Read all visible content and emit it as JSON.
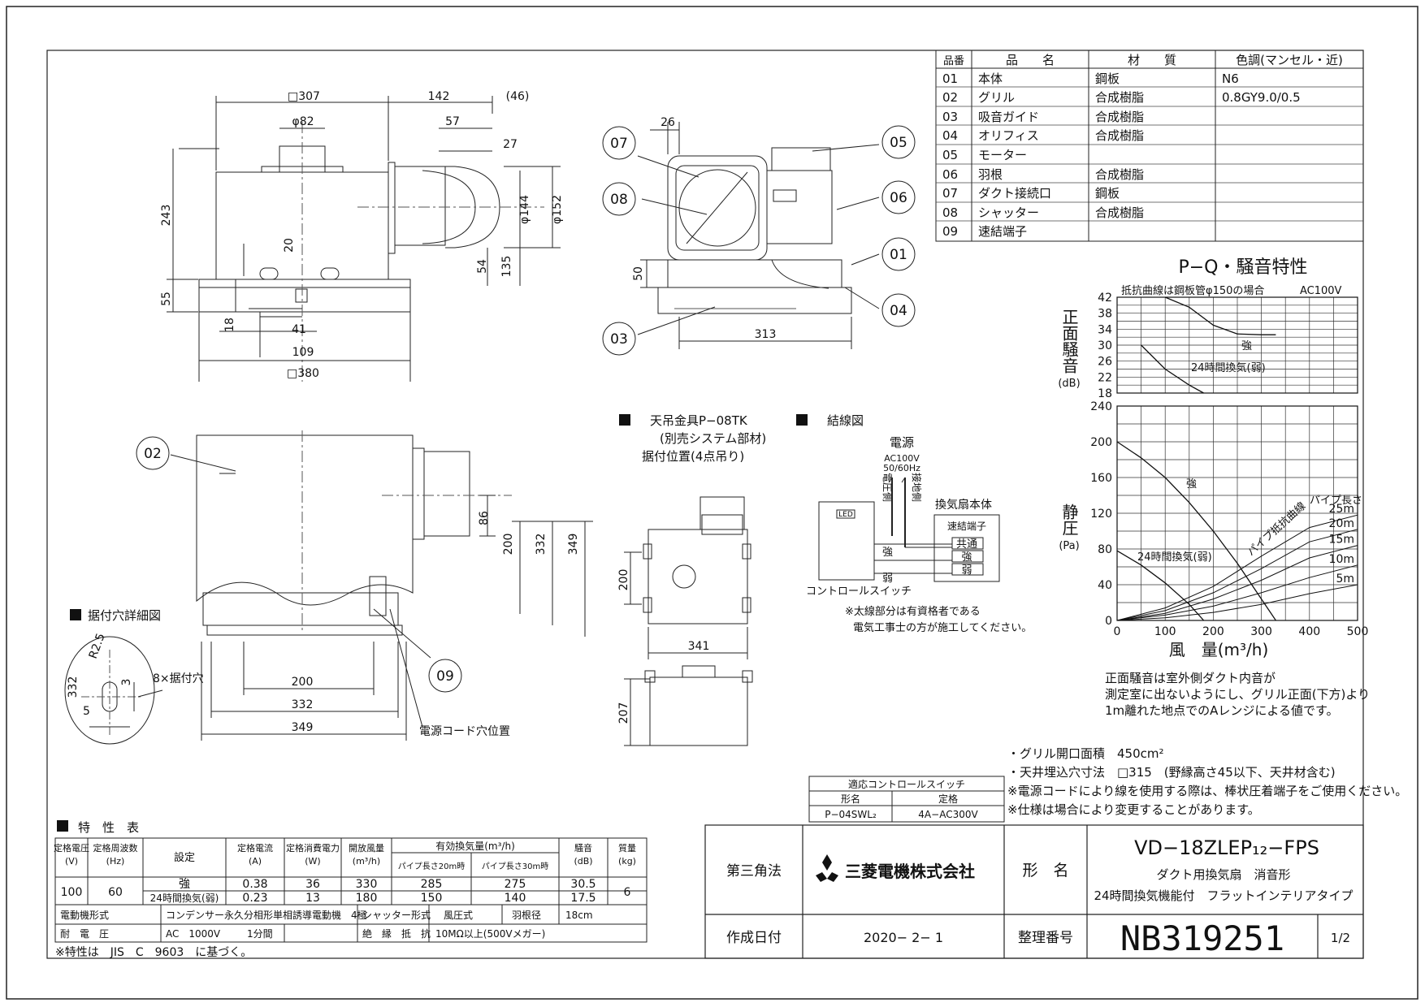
{
  "parts_table": {
    "headers": [
      "品番",
      "品　　名",
      "材　　質",
      "色調(マンセル・近)"
    ],
    "rows": [
      {
        "no": "01",
        "name": "本体",
        "material": "鋼板",
        "color": "N6"
      },
      {
        "no": "02",
        "name": "グリル",
        "material": "合成樹脂",
        "color": "0.8GY9.0/0.5"
      },
      {
        "no": "03",
        "name": "吸音ガイド",
        "material": "合成樹脂",
        "color": ""
      },
      {
        "no": "04",
        "name": "オリフィス",
        "material": "合成樹脂",
        "color": ""
      },
      {
        "no": "05",
        "name": "モーター",
        "material": "",
        "color": ""
      },
      {
        "no": "06",
        "name": "羽根",
        "material": "合成樹脂",
        "color": ""
      },
      {
        "no": "07",
        "name": "ダクト接続口",
        "material": "鋼板",
        "color": ""
      },
      {
        "no": "08",
        "name": "シャッター",
        "material": "合成樹脂",
        "color": ""
      },
      {
        "no": "09",
        "name": "速結端子",
        "material": "",
        "color": ""
      }
    ]
  },
  "side_view_dims": {
    "square_307": "□307",
    "d142": "142",
    "d46": "(46)",
    "phi82": "φ82",
    "d57": "57",
    "d27": "27",
    "d243": "243",
    "phi144": "φ144",
    "phi152": "φ152",
    "d20": "20",
    "d54": "54",
    "d135": "135",
    "d55": "55",
    "d18": "18",
    "d41": "41",
    "d109": "109",
    "square_380": "□380"
  },
  "top_view_dims": {
    "d26": "26",
    "d50": "50",
    "d313": "313"
  },
  "callouts": {
    "c01": "01",
    "c02": "02",
    "c03": "03",
    "c04": "04",
    "c05": "05",
    "c06": "06",
    "c07": "07",
    "c08": "08",
    "c09": "09"
  },
  "front_view_dims": {
    "d86": "86",
    "d200v": "200",
    "d332v": "332",
    "d349v": "349",
    "d200h": "200",
    "d332h": "332",
    "d349h": "349"
  },
  "mounting_detail": {
    "title": "据付穴詳細図",
    "r25": "R2.5",
    "d332": "332",
    "d3": "3",
    "d5": "5",
    "holes": "8×据付穴",
    "cord_hole": "電源コード穴位置"
  },
  "hanger": {
    "title": "天吊金具P−08TK",
    "sub1": "(別売システム部材)",
    "sub2": "据付位置(4点吊り)",
    "d200": "200",
    "d341": "341",
    "d207": "207"
  },
  "wiring": {
    "title": "結線図",
    "power": "電源",
    "voltage": "AC100V",
    "freq": "50/60Hz",
    "v_side": "電圧側",
    "ground_side": "接地側",
    "fan_body": "換気扇本体",
    "terminal": "速結端子",
    "common": "共通",
    "strong1": "強",
    "strong2": "強",
    "weak1": "弱",
    "weak2": "弱",
    "led": "LED",
    "switch": "コントロールスイッチ",
    "note1": "※太線部分は有資格者である",
    "note2": "電気工事士の方が施工してください。"
  },
  "pq_chart": {
    "title": "P−Q・騒音特性",
    "note": "抵抗曲線は鋼板管φ150の場合",
    "ac": "AC100V",
    "noise_label": "正面騒音",
    "noise_unit": "(dB)",
    "pressure_label": "静圧",
    "pressure_unit": "(Pa)",
    "flow_label": "風　量(m³/h)",
    "pipe_label": "パイプ長さ",
    "resistance_label": "パイプ抵抗曲線",
    "strong": "強",
    "mode24": "24時間換気(弱)",
    "strong_p": "強",
    "mode24_p": "24時間換気(弱)",
    "desc1": "正面騒音は室外側ダクト内音が",
    "desc2": "測定室に出ないようにし、グリル正面(下方)より",
    "desc3": "1m離れた地点でのAレンジによる値です。"
  },
  "chart_data": [
    {
      "type": "line",
      "title": "P−Q・騒音特性",
      "ylabel": "正面騒音(dB)",
      "xlim": [
        0,
        500
      ],
      "ylim": [
        18,
        42
      ],
      "y_ticks": [
        18,
        22,
        26,
        30,
        34,
        38,
        42
      ],
      "y_tick_labels": [
        "18",
        "22",
        "26",
        "30",
        "34",
        "38",
        "42"
      ],
      "series": [
        {
          "name": "強",
          "x": [
            100,
            150,
            200,
            250,
            300,
            330
          ],
          "y": [
            42,
            39.5,
            35,
            32.8,
            32.6,
            32.6
          ]
        },
        {
          "name": "24時間換気(弱)",
          "x": [
            50,
            100,
            150,
            180
          ],
          "y": [
            30,
            24,
            20,
            18
          ]
        }
      ]
    },
    {
      "type": "line",
      "xlabel": "風　量(m³/h)",
      "ylabel": "静圧(Pa)",
      "xlim": [
        0,
        500
      ],
      "ylim": [
        0,
        240
      ],
      "x_ticks": [
        0,
        100,
        200,
        300,
        400,
        500
      ],
      "x_tick_labels": [
        "0",
        "100",
        "200",
        "300",
        "400",
        "500"
      ],
      "y_ticks": [
        0,
        40,
        80,
        120,
        160,
        200,
        240
      ],
      "y_tick_labels": [
        "0",
        "40",
        "80",
        "120",
        "160",
        "200",
        "240"
      ],
      "series": [
        {
          "name": "強",
          "x": [
            0,
            50,
            100,
            150,
            200,
            250,
            300,
            330
          ],
          "y": [
            200,
            182,
            160,
            132,
            100,
            64,
            24,
            0
          ]
        },
        {
          "name": "24時間換気(弱)",
          "x": [
            0,
            50,
            100,
            150,
            180
          ],
          "y": [
            78,
            62,
            42,
            18,
            0
          ]
        },
        {
          "name": "25m",
          "x": [
            0,
            100,
            200,
            300,
            400,
            500
          ],
          "y": [
            0,
            14,
            38,
            72,
            104,
            118
          ]
        },
        {
          "name": "20m",
          "x": [
            0,
            100,
            200,
            300,
            400,
            500
          ],
          "y": [
            0,
            11,
            31,
            58,
            88,
            102
          ]
        },
        {
          "name": "15m",
          "x": [
            0,
            100,
            200,
            300,
            400,
            500
          ],
          "y": [
            0,
            8,
            24,
            45,
            70,
            84
          ]
        },
        {
          "name": "10m",
          "x": [
            0,
            100,
            200,
            300,
            400,
            500
          ],
          "y": [
            0,
            6,
            16,
            31,
            48,
            62
          ]
        },
        {
          "name": "5m",
          "x": [
            0,
            100,
            200,
            300,
            400,
            500
          ],
          "y": [
            0,
            3,
            9,
            18,
            30,
            40
          ]
        }
      ],
      "labels_right": [
        "25m",
        "20m",
        "15m",
        "10m",
        "5m"
      ]
    }
  ],
  "spec_notes": [
    "・グリル開口面積　450cm²",
    "・天井埋込穴寸法　□315　(野縁高さ45以下、天井材含む)",
    "※電源コードにより線を使用する際は、棒状圧着端子をご使用ください。",
    "※仕様は場合により変更することがあります。"
  ],
  "switch_table": {
    "title": "適応コントロールスイッチ",
    "h1": "形名",
    "h2": "定格",
    "model": "P−04SWL₂",
    "rating": "4A−AC300V"
  },
  "char_table": {
    "title": "特　性　表",
    "h_voltage": "定格電圧",
    "h_voltage_u": "(V)",
    "h_freq": "定格周波数",
    "h_freq_u": "(Hz)",
    "h_setting": "設定",
    "h_current": "定格電流",
    "h_current_u": "(A)",
    "h_power": "定格消費電力",
    "h_power_u": "(W)",
    "h_open": "開放風量",
    "h_open_u": "(m³/h)",
    "h_effective": "有効換気量(m³/h)",
    "h_pipe20": "パイプ長さ20m時",
    "h_pipe30": "パイプ長さ30m時",
    "h_noise": "騒音",
    "h_noise_u": "(dB)",
    "h_mass": "質量",
    "h_mass_u": "(kg)",
    "voltage": "100",
    "freq": "60",
    "mass": "6",
    "rows": [
      {
        "setting": "強",
        "current": "0.38",
        "power": "36",
        "open": "330",
        "p20": "285",
        "p30": "275",
        "noise": "30.5"
      },
      {
        "setting": "24時間換気(弱)",
        "current": "0.23",
        "power": "13",
        "open": "180",
        "p20": "150",
        "p30": "140",
        "noise": "17.5"
      }
    ],
    "motor_label": "電動機形式",
    "motor": "コンデンサー永久分相形単相誘導電動機　4極",
    "shutter_label": "シャッター形式",
    "shutter": "風圧式",
    "blade_label": "羽根径",
    "blade": "18cm",
    "withstand_label": "耐　電　圧",
    "withstand": "AC　1000V",
    "withstand_time": "1分間",
    "insulation_label": "絶　縁　抵　抗",
    "insulation": "10MΩ以上(500Vメガー)",
    "footnote": "※特性は　JIS　C　9603　に基づく。"
  },
  "title_block": {
    "projection": "第三角法",
    "company": "三菱電機株式会社",
    "model_label": "形　名",
    "model": "VD−18ZLEP₁₂−FPS",
    "desc1": "ダクト用換気扇　消音形",
    "desc2": "24時間換気機能付　フラットインテリアタイプ",
    "date_label": "作成日付",
    "date": "2020− 2− 1",
    "number_label": "整理番号",
    "number": "NB319251",
    "page": "1/2",
    "logo_color": "#111111"
  }
}
